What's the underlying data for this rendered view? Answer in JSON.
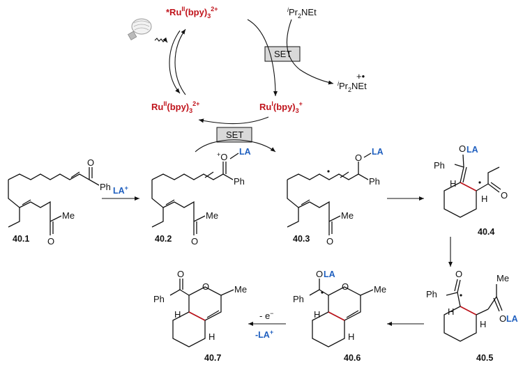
{
  "catalytic_cycle": {
    "excited_catalyst": "*Ru(bpy)3 2+",
    "ground_catalyst": "Ru(bpy)3 2+",
    "reduced_catalyst": "Ru(bpy)3 +",
    "amine": "iPr2NEt",
    "amine_radical_cation": "iPr2NEt +•",
    "set_label_top": "SET",
    "set_label_bottom": "SET",
    "light_icon": "light-bulb-icon"
  },
  "reagents": {
    "lewis_acid": "LA+",
    "oxidation": "- e-",
    "la_release": "-LA+"
  },
  "compounds": {
    "c1": "40.1",
    "c2": "40.2",
    "c3": "40.3",
    "c4": "40.4",
    "c5": "40.5",
    "c6": "40.6",
    "c7": "40.7"
  },
  "atom_labels": {
    "ph": "Ph",
    "me": "Me",
    "o": "O",
    "la": "LA",
    "h": "H"
  },
  "colors": {
    "catalyst": "#c0141c",
    "lewis_acid": "#1f5fbf",
    "set_box": "#d9d9d9"
  }
}
